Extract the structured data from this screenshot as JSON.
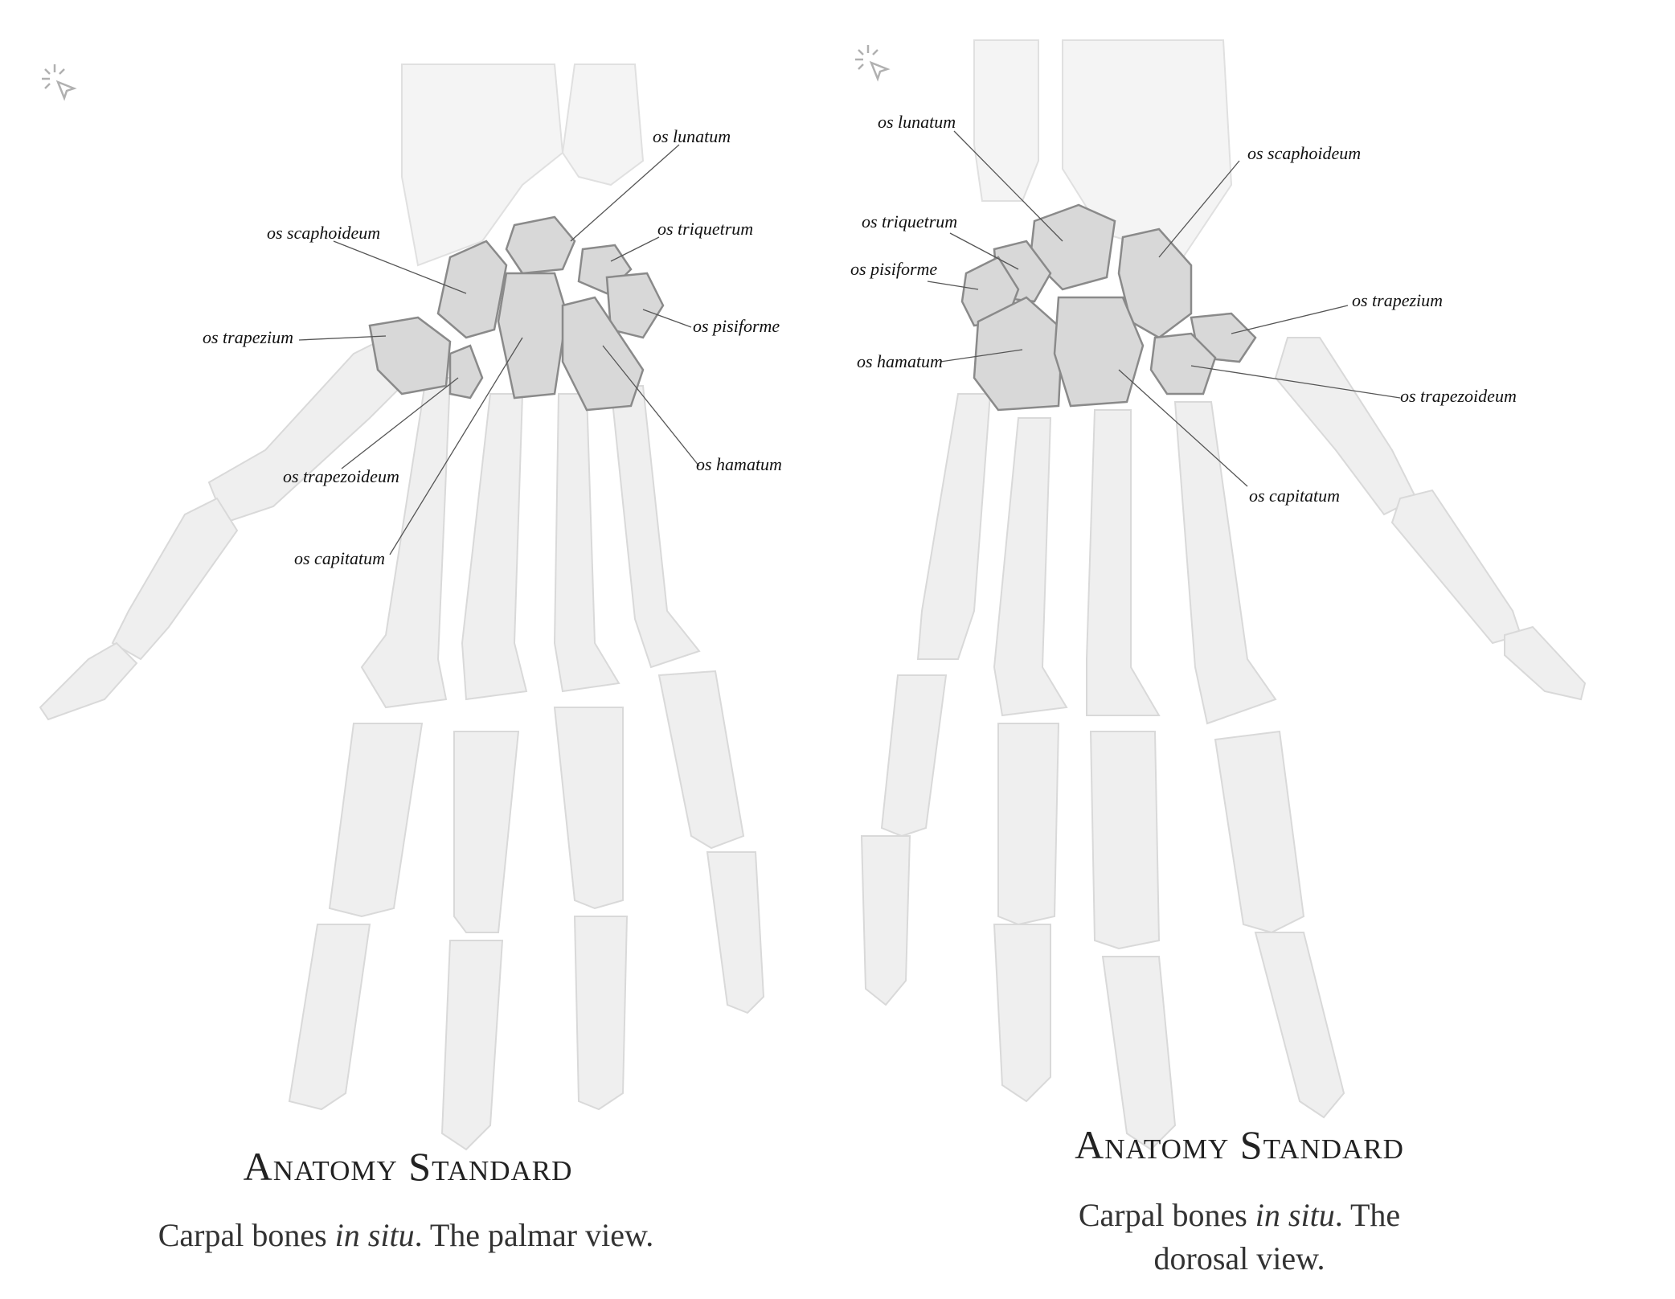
{
  "left": {
    "labels": {
      "lunatum": "os lunatum",
      "scaphoideum": "os scaphoideum",
      "triquetrum": "os triquetrum",
      "pisiforme": "os pisiforme",
      "trapezium": "os trapezium",
      "trapezoideum": "os trapezoideum",
      "hamatum": "os hamatum",
      "capitatum": "os capitatum"
    },
    "brand": "Anatomy Standard",
    "caption": {
      "before": "Carpal bones ",
      "italic": "in situ",
      "after": ". The palmar view."
    }
  },
  "right": {
    "labels": {
      "lunatum": "os lunatum",
      "scaphoideum": "os scaphoideum",
      "triquetrum": "os triquetrum",
      "pisiforme": "os pisiforme",
      "trapezium": "os trapezium",
      "hamatum": "os hamatum",
      "trapezoideum": "os trapezoideum",
      "capitatum": "os capitatum"
    },
    "brand": "Anatomy Standard",
    "caption": {
      "before": "Carpal bones ",
      "italic": "in situ",
      "after": ". The dorosal view."
    }
  },
  "icons": {
    "cursor": "click-cursor-icon"
  },
  "colors": {
    "bone": "#efefef",
    "carpal": "#d8d8d8",
    "text": "#111111"
  }
}
